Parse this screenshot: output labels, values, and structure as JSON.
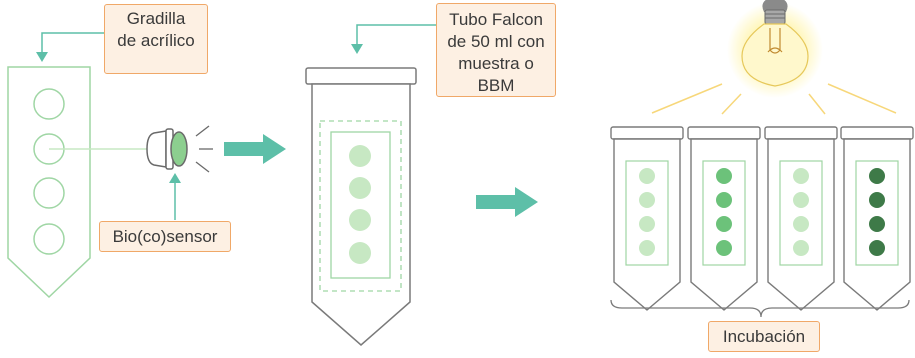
{
  "labels": {
    "rack": "Gradilla\nde acrílico",
    "biosensor": "Bio(co)sensor",
    "falcon": "Tubo Falcon\nde 50 ml con\nmuestra o BBM",
    "incubation": "Incubación"
  },
  "incubation_tube_wells": [
    [
      "light",
      "light",
      "light",
      "light"
    ],
    [
      "medium",
      "medium",
      "medium",
      "medium"
    ],
    [
      "light",
      "light",
      "light",
      "light"
    ],
    [
      "dark",
      "dark",
      "dark",
      "dark"
    ]
  ],
  "colors": {
    "outline": "#9fd6a4",
    "teal": "#5dbfa8",
    "rack_line": "#5dbfa8",
    "tube_cap": "#7a7a7a",
    "well_light": "#c7e8c3",
    "well_medium": "#6cc27a",
    "well_dark": "#3e7a48",
    "label_bg": "#fdf0e3",
    "label_border": "#f0a868",
    "bulb_glow": "#fff3a0",
    "ray": "#f7d77a"
  }
}
